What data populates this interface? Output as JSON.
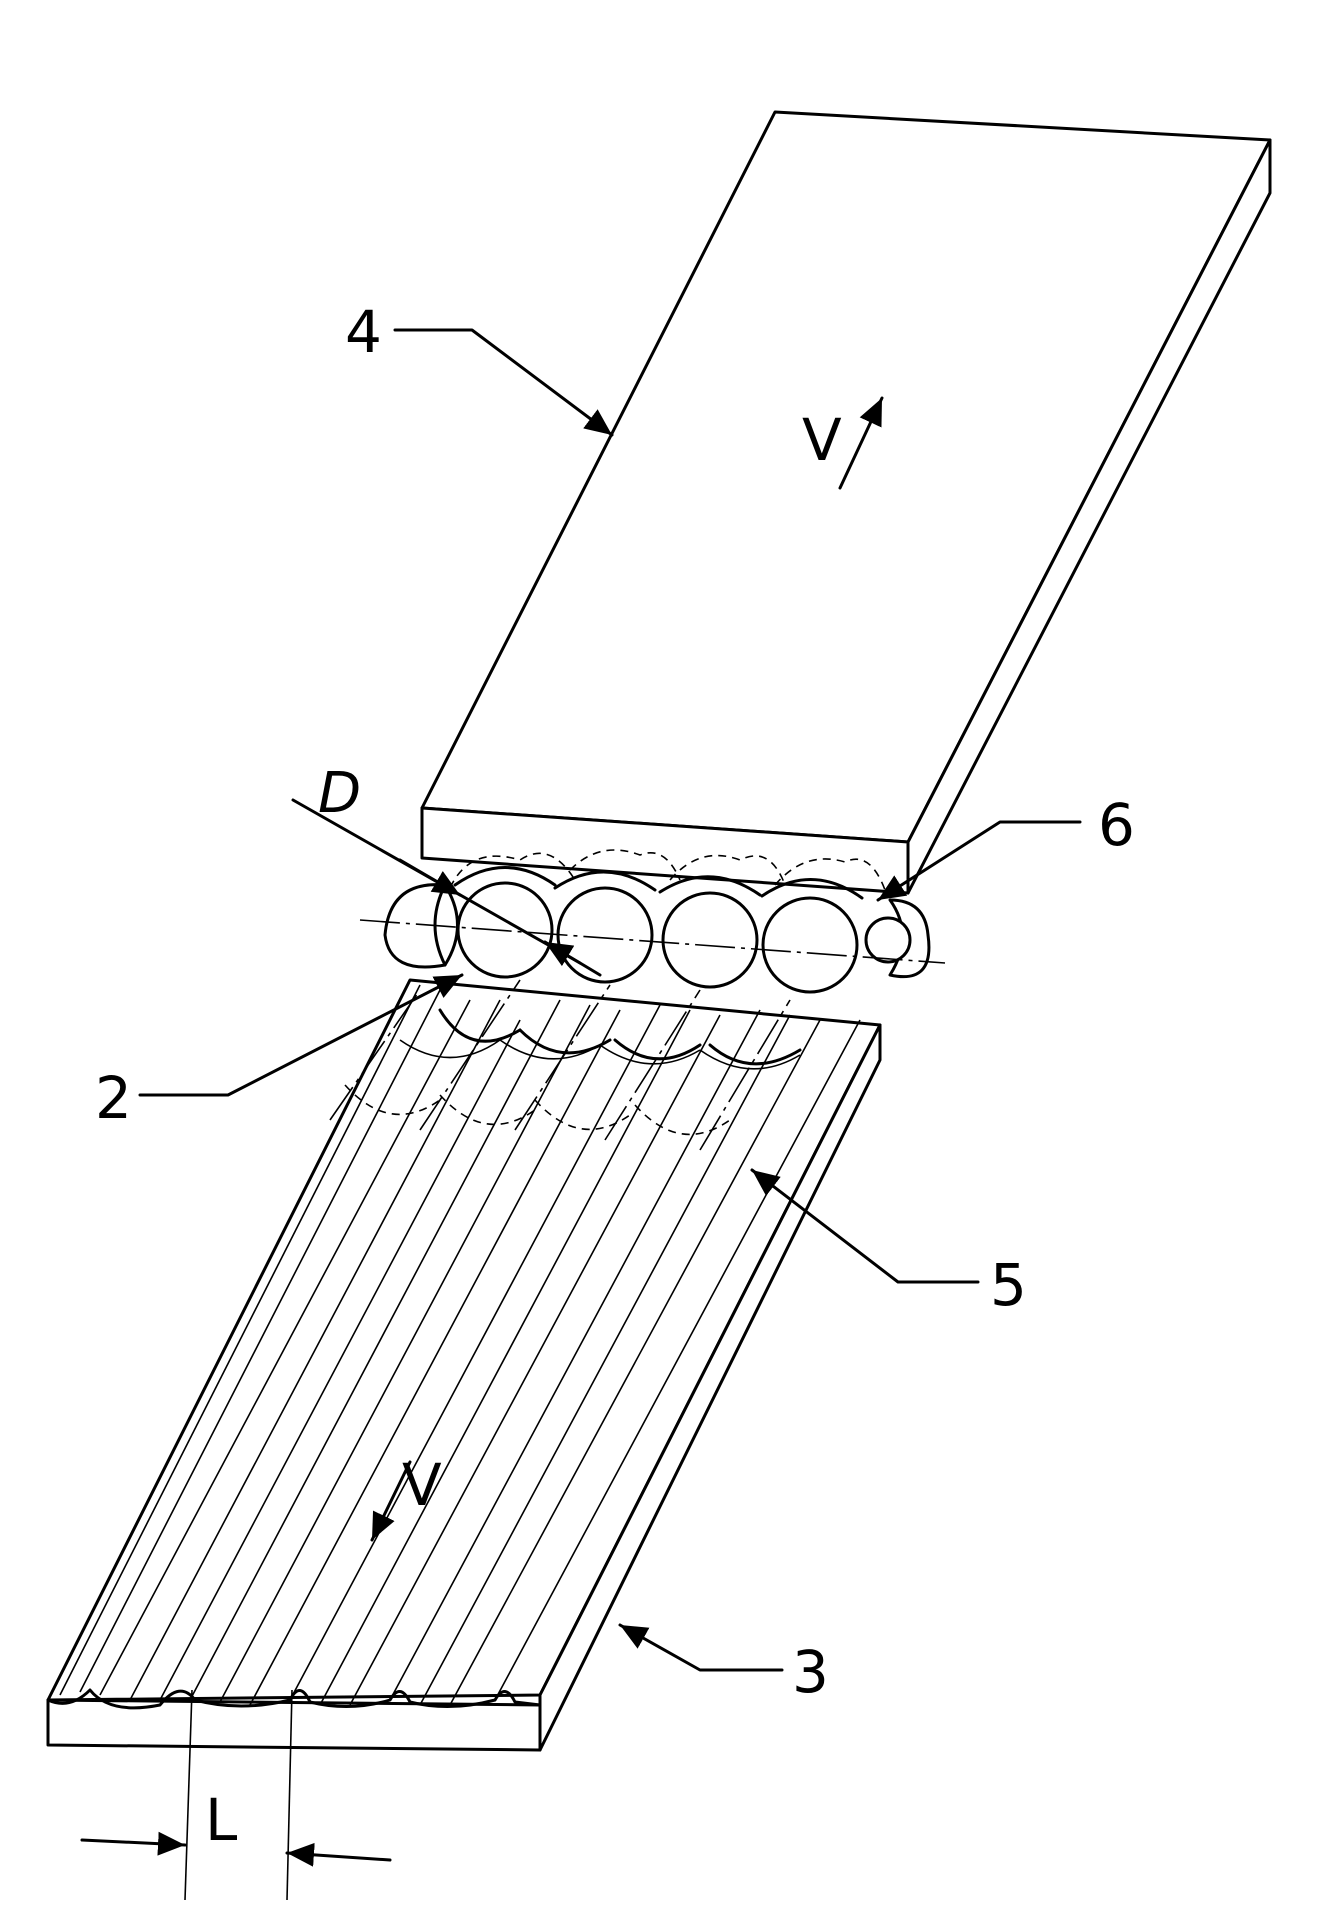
{
  "labels": {
    "plate_upper": "4",
    "velocity_upper": "V",
    "diameter": "D",
    "seal_edge": "6",
    "roller": "2",
    "groove": "5",
    "velocity_lower": "V",
    "plate_lower": "3",
    "pitch": "L"
  },
  "colors": {
    "line": "#000000",
    "background": "#ffffff"
  }
}
